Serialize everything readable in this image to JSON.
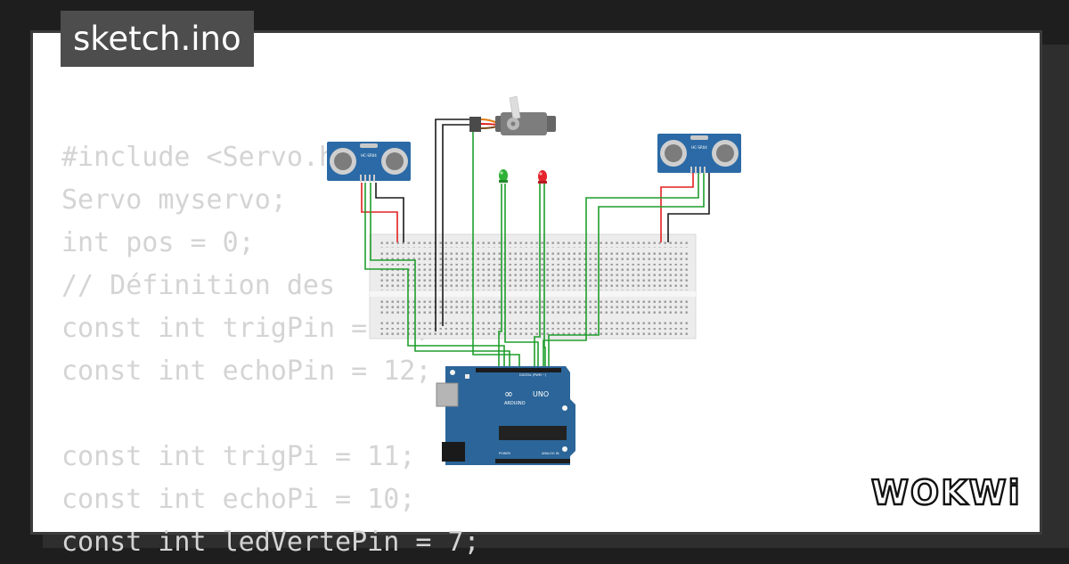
{
  "header": {
    "title": "sketch.ino"
  },
  "code": {
    "lines": [
      "#include <Servo.h>",
      "Servo myservo;",
      "int pos = 0;",
      "// Définition des",
      "const int trigPin = 13;",
      "const int echoPin = 12;",
      "",
      "const int trigPi = 11;",
      "const int echoPi = 10;",
      "const int ledVertePin = 7;"
    ]
  },
  "diagram": {
    "sensor_left_label": "HC-SR04",
    "sensor_right_label": "HC-SR04",
    "board_label": "UNO",
    "board_brand": "ARDUINO",
    "digital_label": "DIGITAL (PWM ~)",
    "power_label": "POWER",
    "analog_label": "ANALOG IN",
    "colors": {
      "board": "#2b6599",
      "wire_green": "#1f9e2c",
      "wire_red": "#e12020",
      "wire_black": "#1a1a1a",
      "led_green": "#2fb036",
      "led_red": "#e5242b"
    }
  },
  "brand": {
    "logo_text": "WOKWi"
  }
}
